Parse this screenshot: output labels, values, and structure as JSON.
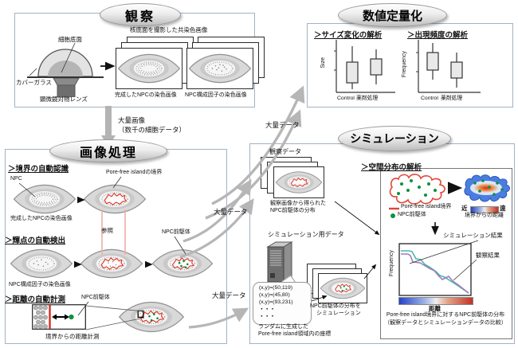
{
  "observation": {
    "title": "観察",
    "cell_bottom": "細胞底面",
    "cover_glass": "カバーガラス",
    "objective_lens": "顕微鏡対物レンズ",
    "costain_caption": "核底面を撮影した共染色画像",
    "completed_npc_caption": "完成したNPCの染色画像",
    "component_caption": "NPC構成因子の染色画像"
  },
  "quantification": {
    "title": "数値定量化",
    "size_heading": "＞サイズ変化の解析",
    "freq_heading": "＞出現頻度の解析",
    "size_ylabel": "Size",
    "freq_ylabel": "Frequency",
    "xtick_control": "Control",
    "xtick_drug": "薬剤処理"
  },
  "flow": {
    "bulk_images": "大量画像",
    "bulk_images_sub": "（数千の細胞データ）",
    "bulk_data": "大量データ"
  },
  "image_processing": {
    "title": "画像処理",
    "boundary_heading": "＞境界の自動認識",
    "npc": "NPC",
    "pfi_boundary": "Pore-free islandの境界",
    "completed_caption": "完成したNPCの染色画像",
    "reference": "参照",
    "spots_heading": "＞輝点の自動検出",
    "component_caption": "NPC構成因子の染色画像",
    "precursor": "NPC前駆体",
    "distance_heading": "＞距離の自動計測",
    "distance_precursor": "NPC前駆体",
    "distance_caption": "境界からの距離計測"
  },
  "simulation": {
    "title": "シミュレーション",
    "observed_data": "観察データ",
    "observed_caption1": "観察画像から得られた",
    "observed_caption2": "NPC前駆体の分布",
    "sim_data_heading": "シミュレーション用データ",
    "coords": [
      "(x,y)=(50,119)",
      "(x,y)=(45,80)",
      "(x,y)=(93,231)",
      "・・・",
      "・・・"
    ],
    "random_caption1": "ランダムに生成した",
    "random_caption2": "Pore-free island領域内の座標",
    "sim_dist1": "NPC前駆体の分布を",
    "sim_dist2": "シミュレーション",
    "spatial_heading": "＞空間分布の解析",
    "legend_boundary": "Pore-free island境界",
    "legend_precursor": "NPC前駆体",
    "near": "近",
    "far": "遠",
    "dist_from_boundary": "境界からの距離",
    "sim_result": "シミュレーション結果",
    "obs_result": "観察結果",
    "graph_ylabel": "Frequency",
    "graph_xlabel": "距離",
    "caption1": "Pore-free island境界に対するNPC前駆体の分布",
    "caption2": "（観察データとシミュレーションデータの比較）"
  },
  "colors": {
    "boundary_red": "#e03428",
    "precursor_green": "#0c9140",
    "sim_line": "#4ab8a0",
    "obs_line": "#a07cc0",
    "near_blue": "#2743c4",
    "far_red": "#c43225"
  }
}
